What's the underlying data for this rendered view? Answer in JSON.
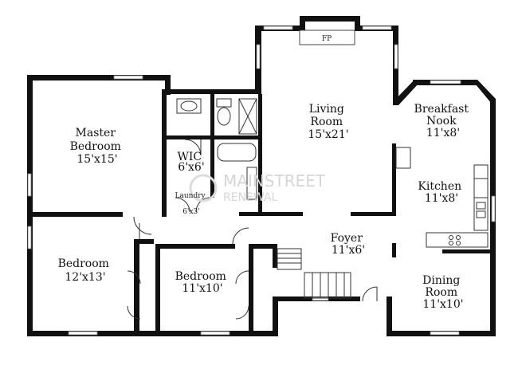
{
  "rooms": [
    {
      "id": "master-bedroom",
      "name_lines": [
        "Master",
        "Bedroom"
      ],
      "size": "15'x15'"
    },
    {
      "id": "wic",
      "name_lines": [
        "WIC"
      ],
      "size": "6'x6'"
    },
    {
      "id": "laundry",
      "name_lines": [
        "Laundry"
      ],
      "size": "6'x3'"
    },
    {
      "id": "living-room",
      "name_lines": [
        "Living",
        "Room"
      ],
      "size": "15'x21'"
    },
    {
      "id": "breakfast-nook",
      "name_lines": [
        "Breakfast",
        "Nook"
      ],
      "size": "11'x8'"
    },
    {
      "id": "kitchen",
      "name_lines": [
        "Kitchen"
      ],
      "size": "11'x8'"
    },
    {
      "id": "foyer",
      "name_lines": [
        "Foyer"
      ],
      "size": "11'x6'"
    },
    {
      "id": "bedroom-2",
      "name_lines": [
        "Bedroom"
      ],
      "size": "12'x13'"
    },
    {
      "id": "bedroom-3",
      "name_lines": [
        "Bedroom"
      ],
      "size": "11'x10'"
    },
    {
      "id": "dining-room",
      "name_lines": [
        "Dining",
        "Room"
      ],
      "size": "11'x10'"
    }
  ],
  "fireplace_label": "FP",
  "watermark": {
    "line1": "MAINSTREET",
    "line2": "RENEWAL"
  }
}
